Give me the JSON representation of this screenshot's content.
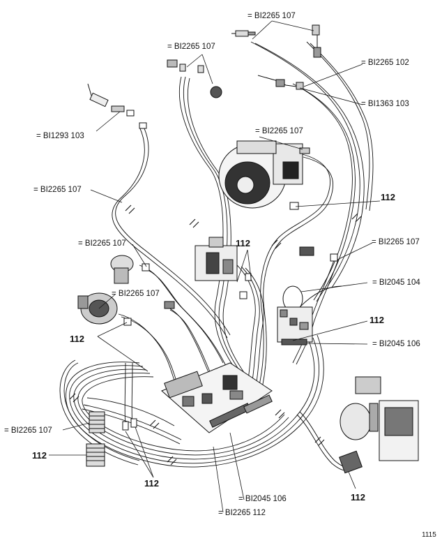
{
  "labels": {
    "l1": "= BI2265 107",
    "l2": "= BI2265 107",
    "l3": "= BI2265 102",
    "l4": "= BI1363 103",
    "l5": "= BI1293 103",
    "l6": "= BI2265 107",
    "l7": "= BI2265 107",
    "l8": "= BI2265 107",
    "l9": "= BI2265 107",
    "l10": "= BI2265 107",
    "l11": "= BI2045 104",
    "l12": "= BI2045 106",
    "l13": "= BI2265 107",
    "l14": "= BI2045 106",
    "l15": "= BI2265 112"
  },
  "numbers": {
    "n1": "112",
    "n2": "112",
    "n3": "112",
    "n4": "112",
    "n5": "112",
    "n6": "112",
    "n7": "112"
  },
  "page_number": "1115"
}
